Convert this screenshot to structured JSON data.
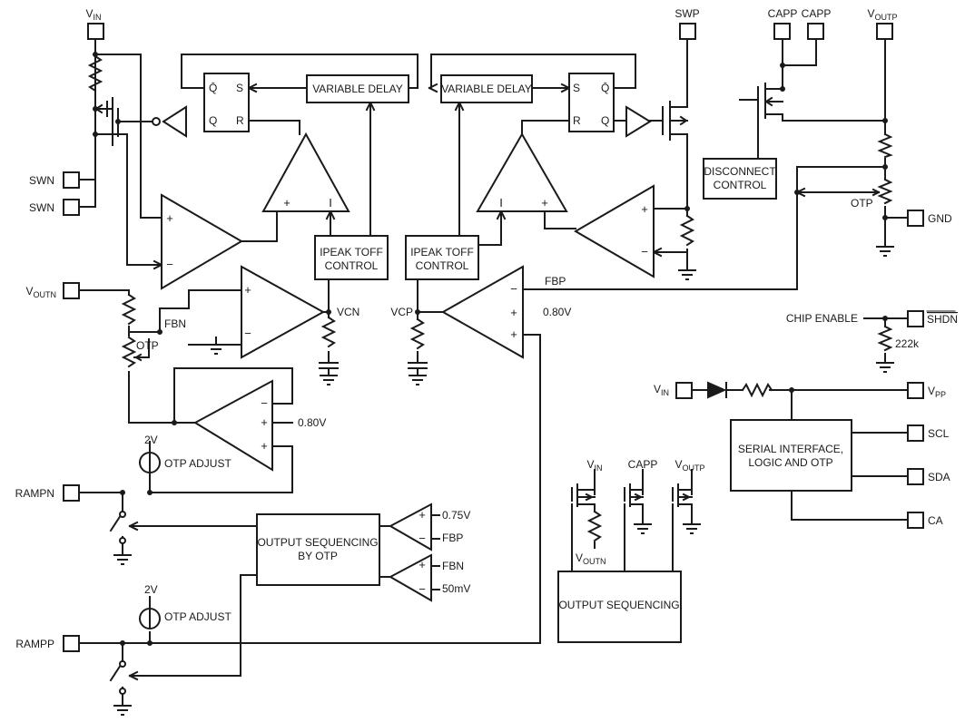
{
  "pins": {
    "vin_top": "V",
    "vin_top_sub": "IN",
    "swp": "SWP",
    "capp1": "CAPP",
    "capp2": "CAPP",
    "voutp_top": "V",
    "voutp_top_sub": "OUTP",
    "swn1": "SWN",
    "swn2": "SWN",
    "voutn": "V",
    "voutn_sub": "OUTN",
    "gnd": "GND",
    "shdn": "SHDN",
    "vin_right": "V",
    "vin_right_sub": "IN",
    "vpp": "V",
    "vpp_sub": "PP",
    "scl": "SCL",
    "sda": "SDA",
    "ca": "CA",
    "rampn": "RAMPN",
    "rampp": "RAMPP"
  },
  "blocks": {
    "variable_delay_left": "VARIABLE DELAY",
    "variable_delay_right": "VARIABLE DELAY",
    "ipeak_left_1": "IPEAK TOFF",
    "ipeak_left_2": "CONTROL",
    "ipeak_right_1": "IPEAK TOFF",
    "ipeak_right_2": "CONTROL",
    "disconnect_1": "DISCONNECT",
    "disconnect_2": "CONTROL",
    "serial_1": "SERIAL INTERFACE,",
    "serial_2": "LOGIC AND OTP",
    "seq_otp_1": "OUTPUT SEQUENCING",
    "seq_otp_2": "BY OTP",
    "output_seq": "OUTPUT SEQUENCING"
  },
  "flipflop": {
    "qbar": "Q̄",
    "s": "S",
    "q": "Q",
    "r": "R"
  },
  "labels": {
    "vcn": "VCN",
    "vcp": "VCP",
    "fbn": "FBN",
    "fbp": "FBP",
    "otp_left": "OTP",
    "otp_right": "OTP",
    "ref_080_1": "0.80V",
    "ref_080_2": "0.80V",
    "ref_075": "0.75V",
    "fbp_small": "FBP",
    "fbn_small": "FBN",
    "ref_50mv": "50mV",
    "chip_enable": "CHIP ENABLE",
    "r222k": "222k",
    "v2_1": "2V",
    "v2_2": "2V",
    "otp_adjust_1": "OTP ADJUST",
    "otp_adjust_2": "OTP ADJUST",
    "seq_vin": "V",
    "seq_vin_sub": "IN",
    "seq_capp": "CAPP",
    "seq_voutp": "V",
    "seq_voutp_sub": "OUTP",
    "seq_voutn": "V",
    "seq_voutn_sub": "OUTN"
  }
}
